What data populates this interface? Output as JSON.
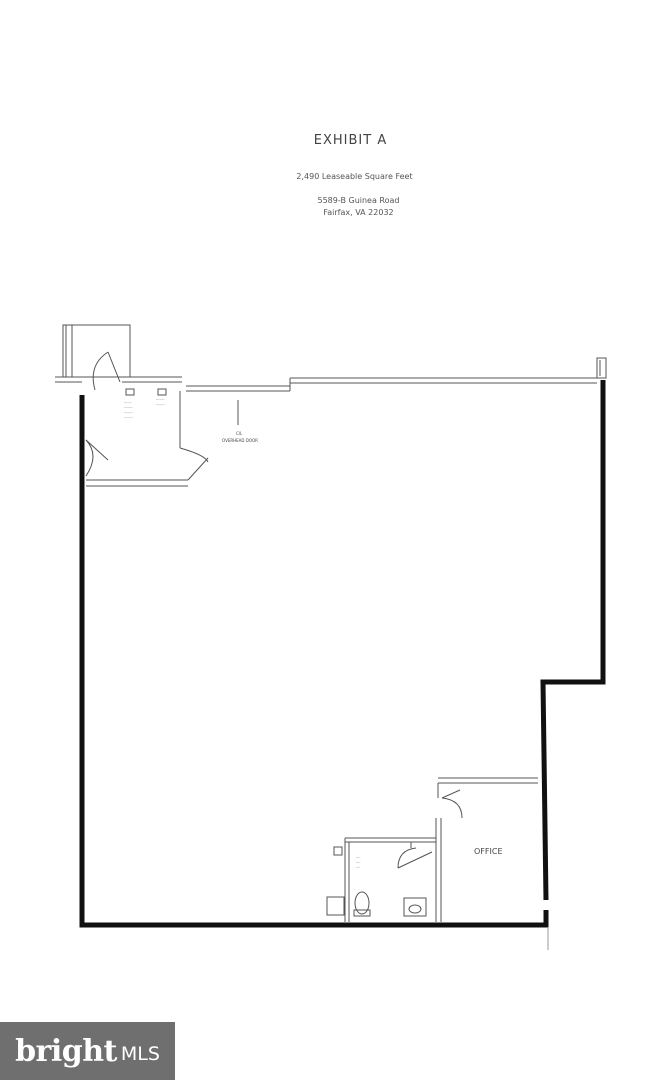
{
  "exhibit": {
    "title": "EXHIBIT A",
    "area": "2,490 Leaseable Square Feet",
    "address_line1": "5589-B Guinea Road",
    "address_line2": "Fairfax, VA 22032"
  },
  "plan": {
    "overhead_door_label_1": "C/L",
    "overhead_door_label_2": "OVERHEAD DOOR",
    "office_label": "OFFICE"
  },
  "watermark": {
    "brand": "bright",
    "suffix": "MLS"
  }
}
